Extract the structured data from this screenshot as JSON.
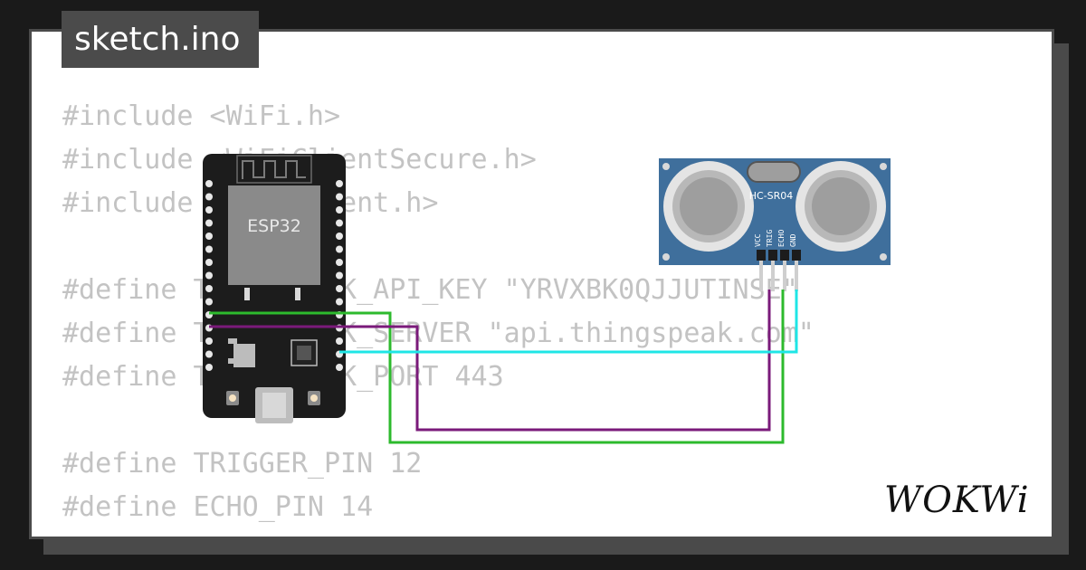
{
  "tab": {
    "filename": "sketch.ino"
  },
  "code_lines": [
    "#include <WiFi.h>",
    "#include <WiFiClientSecure.h>",
    "#include <HTTPClient.h>",
    "",
    "#define THINGSPEAK_API_KEY \"YRVXBK0QJJUTINSE\"",
    "#define THINGSPEAK_SERVER \"api.thingspeak.com\"",
    "#define THINGSPEAK_PORT 443",
    "",
    "#define TRIGGER_PIN 12",
    "#define ECHO_PIN 14"
  ],
  "esp32": {
    "label": "ESP32"
  },
  "sensor": {
    "label": "HC-SR04",
    "pins": [
      "VCC",
      "TRIG",
      "ECHO",
      "GND"
    ]
  },
  "logo": {
    "text": "WOKWi"
  },
  "colors": {
    "wire_green": "#2dba2d",
    "wire_purple": "#7a1a7a",
    "wire_cyan": "#1ee6e6",
    "board_black": "#1c1c1c",
    "sensor_blue": "#3f6f9c"
  }
}
